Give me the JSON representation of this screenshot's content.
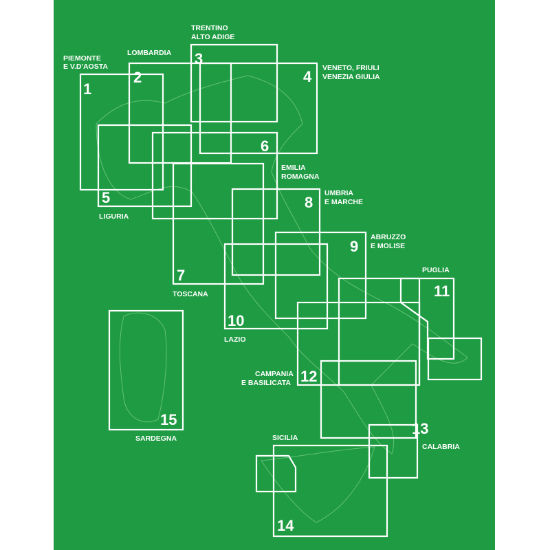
{
  "title": "Italy regional map index",
  "colors": {
    "background": "#1f9b43",
    "lines": "#ffffff"
  },
  "sheets": [
    {
      "number": "1",
      "region": [
        "PIEMONTE",
        "E V.D'AOSTA"
      ]
    },
    {
      "number": "2",
      "region": [
        "LOMBARDIA"
      ]
    },
    {
      "number": "3",
      "region": [
        "TRENTINO",
        "ALTO ADIGE"
      ]
    },
    {
      "number": "4",
      "region": [
        "VENETO, FRIULI",
        "VENEZIA GIULIA"
      ]
    },
    {
      "number": "5",
      "region": [
        "LIGURIA"
      ]
    },
    {
      "number": "6",
      "region": [
        "EMILIA",
        "ROMAGNA"
      ]
    },
    {
      "number": "7",
      "region": [
        "TOSCANA"
      ]
    },
    {
      "number": "8",
      "region": [
        "UMBRIA",
        "E MARCHE"
      ]
    },
    {
      "number": "9",
      "region": [
        "ABRUZZO",
        "E MOLISE"
      ]
    },
    {
      "number": "10",
      "region": [
        "LAZIO"
      ]
    },
    {
      "number": "11",
      "region": [
        "PUGLIA"
      ]
    },
    {
      "number": "12",
      "region": [
        "CAMPANIA",
        "E BASILICATA"
      ]
    },
    {
      "number": "13",
      "region": [
        "CALABRIA"
      ]
    },
    {
      "number": "14",
      "region": [
        "SICILIA"
      ]
    },
    {
      "number": "15",
      "region": [
        "SARDEGNA"
      ]
    }
  ]
}
